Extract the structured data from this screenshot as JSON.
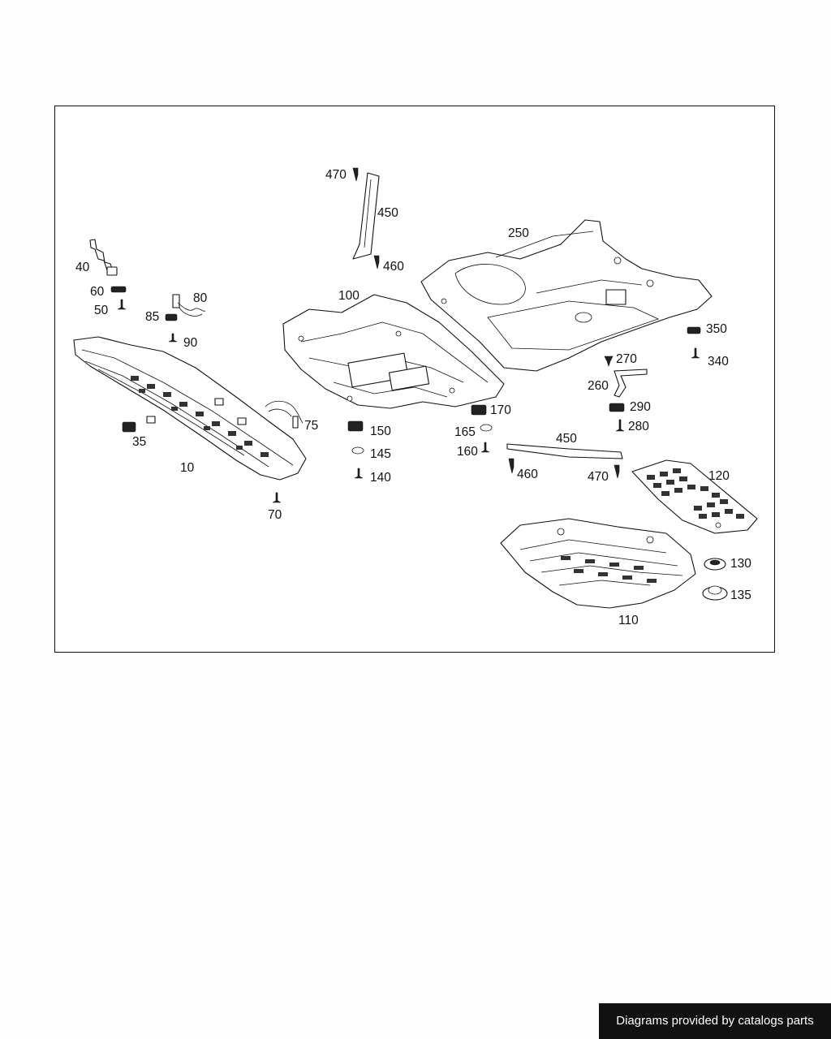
{
  "diagram": {
    "callouts": [
      {
        "id": "40",
        "text": "40"
      },
      {
        "id": "60",
        "text": "60"
      },
      {
        "id": "50",
        "text": "50"
      },
      {
        "id": "80",
        "text": "80"
      },
      {
        "id": "85",
        "text": "85"
      },
      {
        "id": "90",
        "text": "90"
      },
      {
        "id": "35",
        "text": "35"
      },
      {
        "id": "10",
        "text": "10"
      },
      {
        "id": "70",
        "text": "70"
      },
      {
        "id": "75",
        "text": "75"
      },
      {
        "id": "470-top",
        "text": "470"
      },
      {
        "id": "450-top",
        "text": "450"
      },
      {
        "id": "460-top",
        "text": "460"
      },
      {
        "id": "100",
        "text": "100"
      },
      {
        "id": "150",
        "text": "150"
      },
      {
        "id": "145",
        "text": "145"
      },
      {
        "id": "140",
        "text": "140"
      },
      {
        "id": "250",
        "text": "250"
      },
      {
        "id": "350",
        "text": "350"
      },
      {
        "id": "340",
        "text": "340"
      },
      {
        "id": "270",
        "text": "270"
      },
      {
        "id": "260",
        "text": "260"
      },
      {
        "id": "290",
        "text": "290"
      },
      {
        "id": "280",
        "text": "280"
      },
      {
        "id": "170",
        "text": "170"
      },
      {
        "id": "165",
        "text": "165"
      },
      {
        "id": "160",
        "text": "160"
      },
      {
        "id": "450-bottom",
        "text": "450"
      },
      {
        "id": "460-bottom",
        "text": "460"
      },
      {
        "id": "470-bottom",
        "text": "470"
      },
      {
        "id": "120",
        "text": "120"
      },
      {
        "id": "130",
        "text": "130"
      },
      {
        "id": "135",
        "text": "135"
      },
      {
        "id": "110",
        "text": "110"
      }
    ]
  },
  "footer": {
    "credit": "Diagrams provided by catalogs parts"
  }
}
